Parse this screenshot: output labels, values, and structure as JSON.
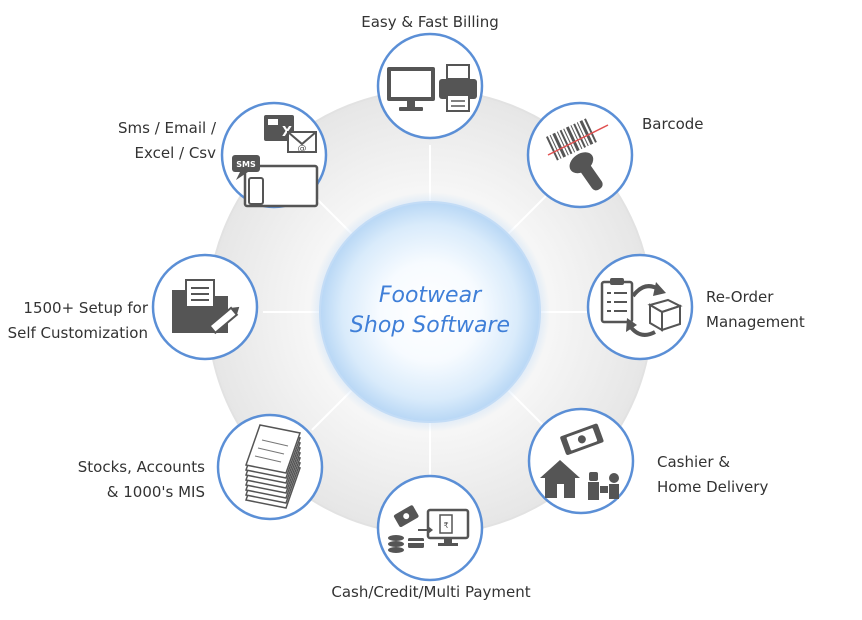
{
  "center": {
    "line1": "Footwear",
    "line2": "Shop Software"
  },
  "features": [
    {
      "lines": [
        "Easy & Fast Billing"
      ],
      "icon": "billing-printer-icon"
    },
    {
      "lines": [
        "Barcode"
      ],
      "icon": "barcode-scanner-icon"
    },
    {
      "lines": [
        "Re-Order",
        "Management"
      ],
      "icon": "reorder-clipboard-icon"
    },
    {
      "lines": [
        "Cashier &",
        "Home Delivery"
      ],
      "icon": "cashier-delivery-icon"
    },
    {
      "lines": [
        "Cash/Credit/Multi Payment"
      ],
      "icon": "payment-icon"
    },
    {
      "lines": [
        "Stocks, Accounts",
        "& 1000's MIS"
      ],
      "icon": "stacked-papers-icon"
    },
    {
      "lines": [
        "1500+ Setup for",
        "Self Customization"
      ],
      "icon": "folder-edit-icon"
    },
    {
      "lines": [
        "Sms / Email /",
        "Excel / Csv"
      ],
      "icon": "sms-email-excel-icon"
    }
  ],
  "colors": {
    "ring": "#ececec",
    "ring_edge": "#dcdcdc",
    "node_border": "#5b8fd6",
    "center_text": "#3f7fd8",
    "icon": "#555555"
  }
}
